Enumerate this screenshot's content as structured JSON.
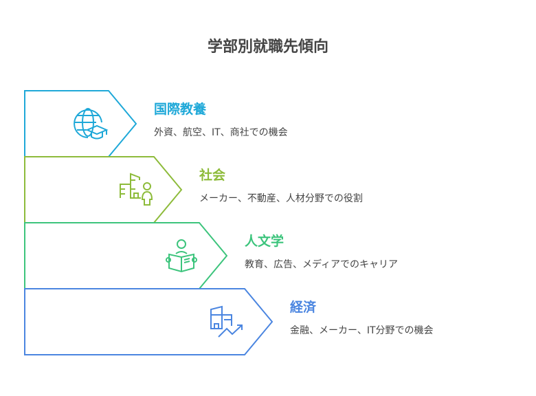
{
  "title": "学部別就職先傾向",
  "items": [
    {
      "heading": "国際教養",
      "description": "外資、航空、IT、商社での機会",
      "color": "#1EA8D8",
      "icon": "globe-graduation-cap-icon"
    },
    {
      "heading": "社会",
      "description": "メーカー、不動産、人材分野での役割",
      "color": "#8DBB3A",
      "icon": "building-person-icon"
    },
    {
      "heading": "人文学",
      "description": "教育、広告、メディアでのキャリア",
      "color": "#3CC47C",
      "icon": "person-reading-book-icon"
    },
    {
      "heading": "経済",
      "description": "金融、メーカー、IT分野での機会",
      "color": "#4A85E0",
      "icon": "building-growth-chart-icon"
    }
  ]
}
